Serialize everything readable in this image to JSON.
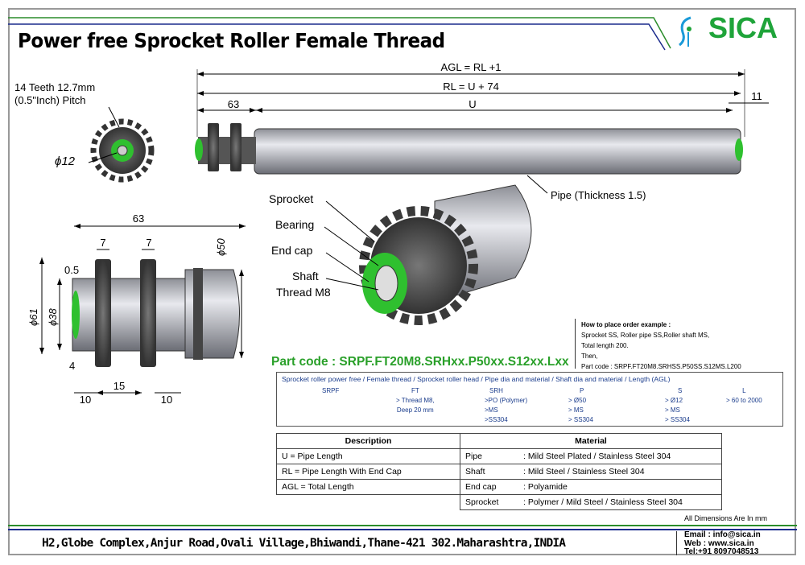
{
  "header": {
    "title": "Power free Sprocket Roller Female Thread",
    "logo": "SICA"
  },
  "top_view": {
    "agl": "AGL = RL +1",
    "rl": "RL = U + 74",
    "dim63": "63",
    "u": "U",
    "dim11": "11",
    "pipe_label": "Pipe (Thickness 1.5)"
  },
  "sprocket_view": {
    "teeth_line1": "14 Teeth 12.7mm",
    "teeth_line2": "(0.5\"Inch) Pitch",
    "dia": "ϕ12"
  },
  "section_view": {
    "dim63": "63",
    "dim7a": "7",
    "dim7b": "7",
    "dim05": "0.5",
    "dia50": "ϕ50",
    "dia61": "ϕ61",
    "dia38": "ϕ38",
    "dim4": "4",
    "dim15": "15",
    "dim10a": "10",
    "dim10b": "10"
  },
  "iso_view": {
    "sprocket": "Sprocket",
    "bearing": "Bearing",
    "end_cap": "End cap",
    "shaft": "Shaft",
    "thread": "Thread M8"
  },
  "part_code": "Part code : SRPF.FT20M8.SRHxx.P50xx.S12xx.Lxx",
  "order_example": {
    "heading": "How to place order example :",
    "lines": [
      "Sprocket SS, Roller pipe SS,Roller shaft MS,",
      "Total length 200.",
      "Then,",
      "Part code : SRPF.FT20M8.SRHSS.P50SS.S12MS.L200"
    ]
  },
  "code_table": {
    "header": "Sprocket roller power free / Female thread / Sprocket roller head / Pipe dia and material / Shaft dia and material / Length (AGL)",
    "columns": [
      {
        "code": "SRPF",
        "options": []
      },
      {
        "code": "FT",
        "options": [
          "> Thread M8,",
          "Deep 20 mm"
        ]
      },
      {
        "code": "SRH",
        "options": [
          ">PO (Polymer)",
          ">MS",
          ">SS304"
        ]
      },
      {
        "code": "P",
        "options": [
          "> Ø50",
          "> MS",
          "> SS304"
        ]
      },
      {
        "code": "S",
        "options": [
          "> Ø12",
          "> MS",
          "> SS304"
        ]
      },
      {
        "code": "L",
        "options": [
          "> 60 to 2000"
        ]
      }
    ]
  },
  "desc_table": {
    "headers": [
      "Description",
      "Material"
    ],
    "rows": [
      {
        "desc": "U    = Pipe Length",
        "part": "Pipe",
        "material": ":   Mild Steel Plated / Stainless Steel 304"
      },
      {
        "desc": "RL   = Pipe Length With End Cap",
        "part": "Shaft",
        "material": ":   Mild Steel / Stainless Steel 304"
      },
      {
        "desc": "AGL =  Total Length",
        "part": "End cap",
        "material": ":   Polyamide"
      },
      {
        "desc": "",
        "part": "Sprocket",
        "material": ":   Polymer / Mild Steel / Stainless Steel 304"
      }
    ]
  },
  "note": "All Dimensions Are In mm",
  "footer": {
    "address": "H2,Globe Complex,Anjur Road,Ovali Village,Bhiwandi,Thane-421 302.Maharashtra,INDIA",
    "email": "Email : info@sica.in",
    "web": "Web  : www.sica.in",
    "tel": "Tel:+91 8097048513"
  },
  "colors": {
    "brand_green": "#1fa43a",
    "line_blue": "#1a2a8c",
    "cap_green": "#2fc02f"
  }
}
